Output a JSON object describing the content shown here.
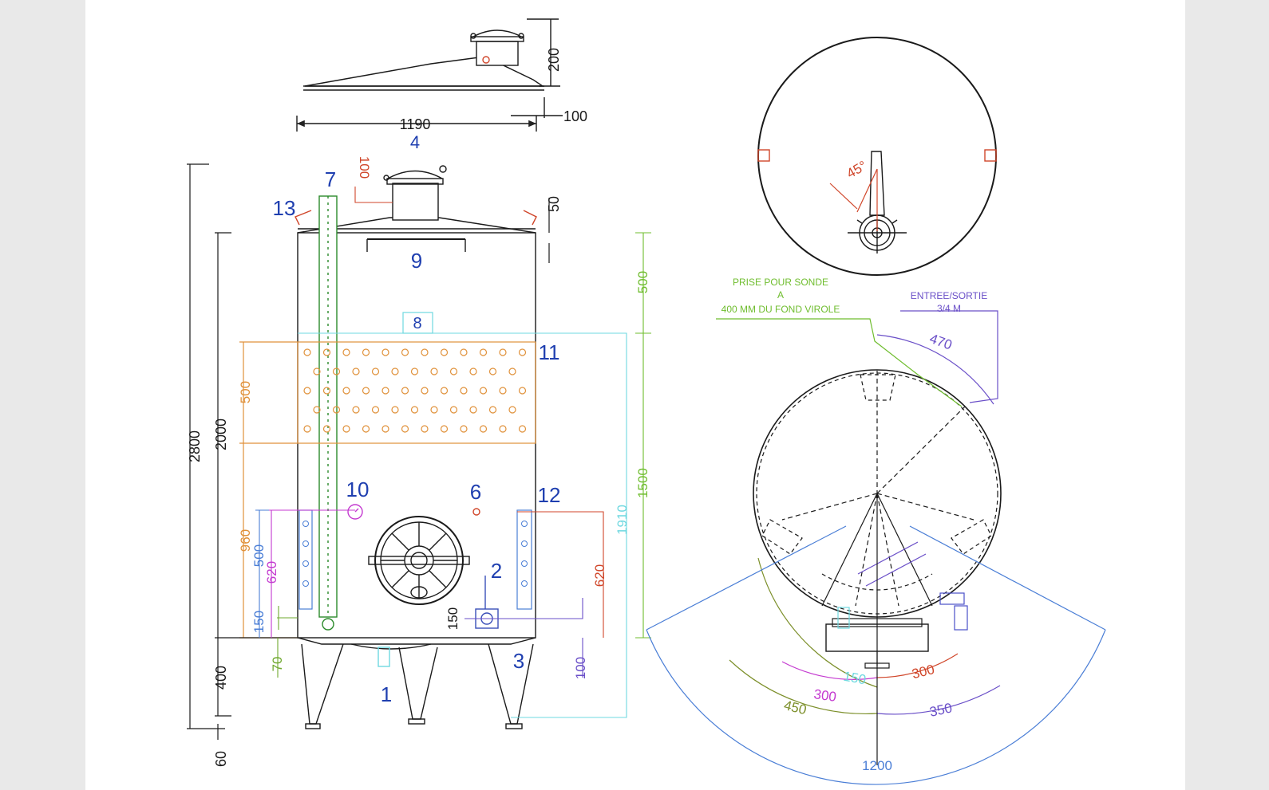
{
  "top_cover": {
    "width_label": "1190",
    "item_label": "4",
    "height_label": "200",
    "offset_label": "100"
  },
  "side_view": {
    "total_height": "2800",
    "shell_height": "2000",
    "leg_height": "400",
    "foot_height": "60",
    "cone_height": "50",
    "manhole_offset": "100",
    "band_height": "500",
    "band_bottom": "960",
    "valve_500": "500",
    "valve_620_left": "620",
    "valve_150_left": "150",
    "outlet_70": "70",
    "door_150": "150",
    "valve_620_right": "620",
    "outlet_100": "100",
    "probe_500": "500",
    "probe_1500": "1500",
    "probe_1910": "1910",
    "items": [
      "1",
      "2",
      "3",
      "6",
      "7",
      "8",
      "9",
      "10",
      "11",
      "12",
      "13"
    ]
  },
  "top_view": {
    "angle_label": "45°"
  },
  "plan_view": {
    "probe_note": [
      "PRISE POUR SONDE",
      "A",
      "400 MM DU FOND VIROLE"
    ],
    "inlet_note": [
      "ENTREE/SORTIE",
      "3/4 M"
    ],
    "dim_470": "470",
    "dim_150": "150",
    "dim_300a": "300",
    "dim_300b": "300",
    "dim_450": "450",
    "dim_350": "350",
    "dim_1200": "1200"
  },
  "colors": {
    "line": "#1a1a1a",
    "item_numbers": "#1f3fb0",
    "orange": "#e0913a",
    "red": "#d0462a",
    "green": "#6fbd2e",
    "cyan": "#6fd8e0",
    "blue": "#4a7ed6",
    "purple": "#6a4fc8",
    "magenta": "#c43ad0",
    "olive": "#7c8f2a"
  }
}
